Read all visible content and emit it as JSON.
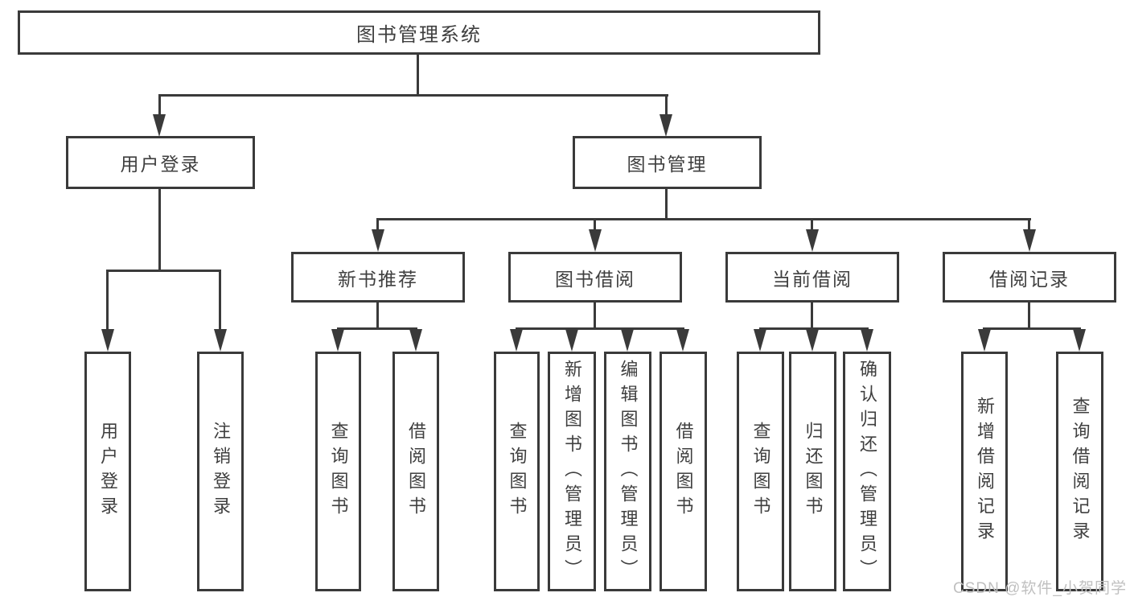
{
  "diagram": {
    "type": "hierarchy-tree",
    "title": "图书管理系统",
    "colors": {
      "line": "#3a3a3a",
      "text": "#3f3f3f",
      "box_bg": "#ffffff",
      "page_bg": "#ffffff",
      "watermark": "#c0c0c0"
    },
    "watermark": {
      "text": "CSDN @软件_小贺同学"
    },
    "tree": {
      "label": "图书管理系统",
      "children": [
        {
          "label": "用户登录",
          "children": [
            {
              "label": "用户登录"
            },
            {
              "label": "注销登录"
            }
          ]
        },
        {
          "label": "图书管理",
          "children": [
            {
              "label": "新书推荐",
              "children": [
                {
                  "label": "查询图书"
                },
                {
                  "label": "借阅图书"
                }
              ]
            },
            {
              "label": "图书借阅",
              "children": [
                {
                  "label": "查询图书"
                },
                {
                  "label": "新增图书（管理员）"
                },
                {
                  "label": "编辑图书（管理员）"
                },
                {
                  "label": "借阅图书"
                }
              ]
            },
            {
              "label": "当前借阅",
              "children": [
                {
                  "label": "查询图书"
                },
                {
                  "label": "归还图书"
                },
                {
                  "label": "确认归还（管理员）"
                }
              ]
            },
            {
              "label": "借阅记录",
              "children": [
                {
                  "label": "新增借阅记录"
                },
                {
                  "label": "查询借阅记录"
                }
              ]
            }
          ]
        }
      ]
    }
  }
}
